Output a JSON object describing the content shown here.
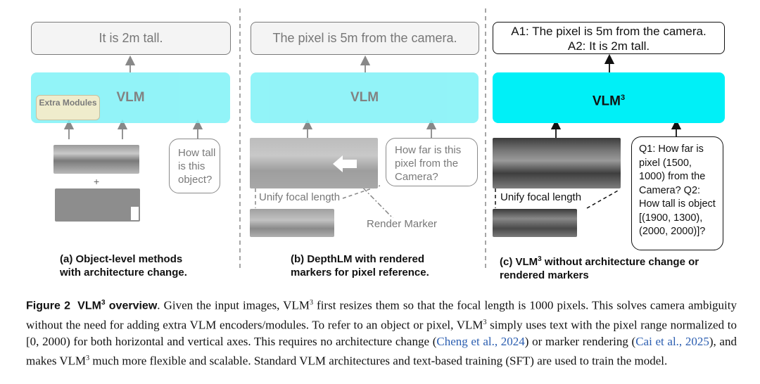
{
  "panel_a": {
    "output": "It is 2m tall.",
    "vlm": "VLM",
    "extra_modules": "Extra Modules",
    "question": "How tall is this object?",
    "plus": "+",
    "caption_line1": "(a) Object-level methods",
    "caption_line2": "with architecture change."
  },
  "panel_b": {
    "output": "The pixel is 5m from the camera.",
    "vlm": "VLM",
    "question": "How far is this pixel from the Camera?",
    "unify": "Unify focal length",
    "render_marker": "Render Marker",
    "caption_line1": "(b) DepthLM with rendered",
    "caption_line2": "markers for pixel reference."
  },
  "panel_c": {
    "output_line1": "A1: The pixel is 5m from the camera.",
    "output_line2": "A2: It is 2m tall.",
    "vlm": "VLM",
    "vlm_sup": "3",
    "question": "Q1: How far is pixel (1500, 1000) from the Camera? Q2: How tall is object [(1900, 1300), (2000, 2000)]?",
    "unify": "Unify focal length",
    "caption_pre": "(c) VLM",
    "caption_sup": "3",
    "caption_post": " without architecture change or",
    "caption_line2": "rendered markers"
  },
  "figure_caption": {
    "label": "Figure 2",
    "title": "VLM",
    "title_sup": "3",
    "title_post": " overview",
    "s1": ". Given the input images, VLM",
    "s1_sup": "3",
    "s2": " first resizes them so that the focal length is 1000 pixels. This solves camera ambiguity without the need for adding extra VLM encoders/modules. To refer to an object or pixel, VLM",
    "s2_sup": "3",
    "s3": " simply uses text with the pixel range normalized to [0, 2000) for both horizontal and vertical axes. This requires no architecture change (",
    "cite1": "Cheng et al., 2024",
    "s4": ") or marker rendering (",
    "cite2": "Cai et al., 2025",
    "s5": "), and makes VLM",
    "s5_sup": "3",
    "s6": " much more flexible and scalable. Standard VLM architectures and text-based training (SFT) are used to train the model."
  }
}
